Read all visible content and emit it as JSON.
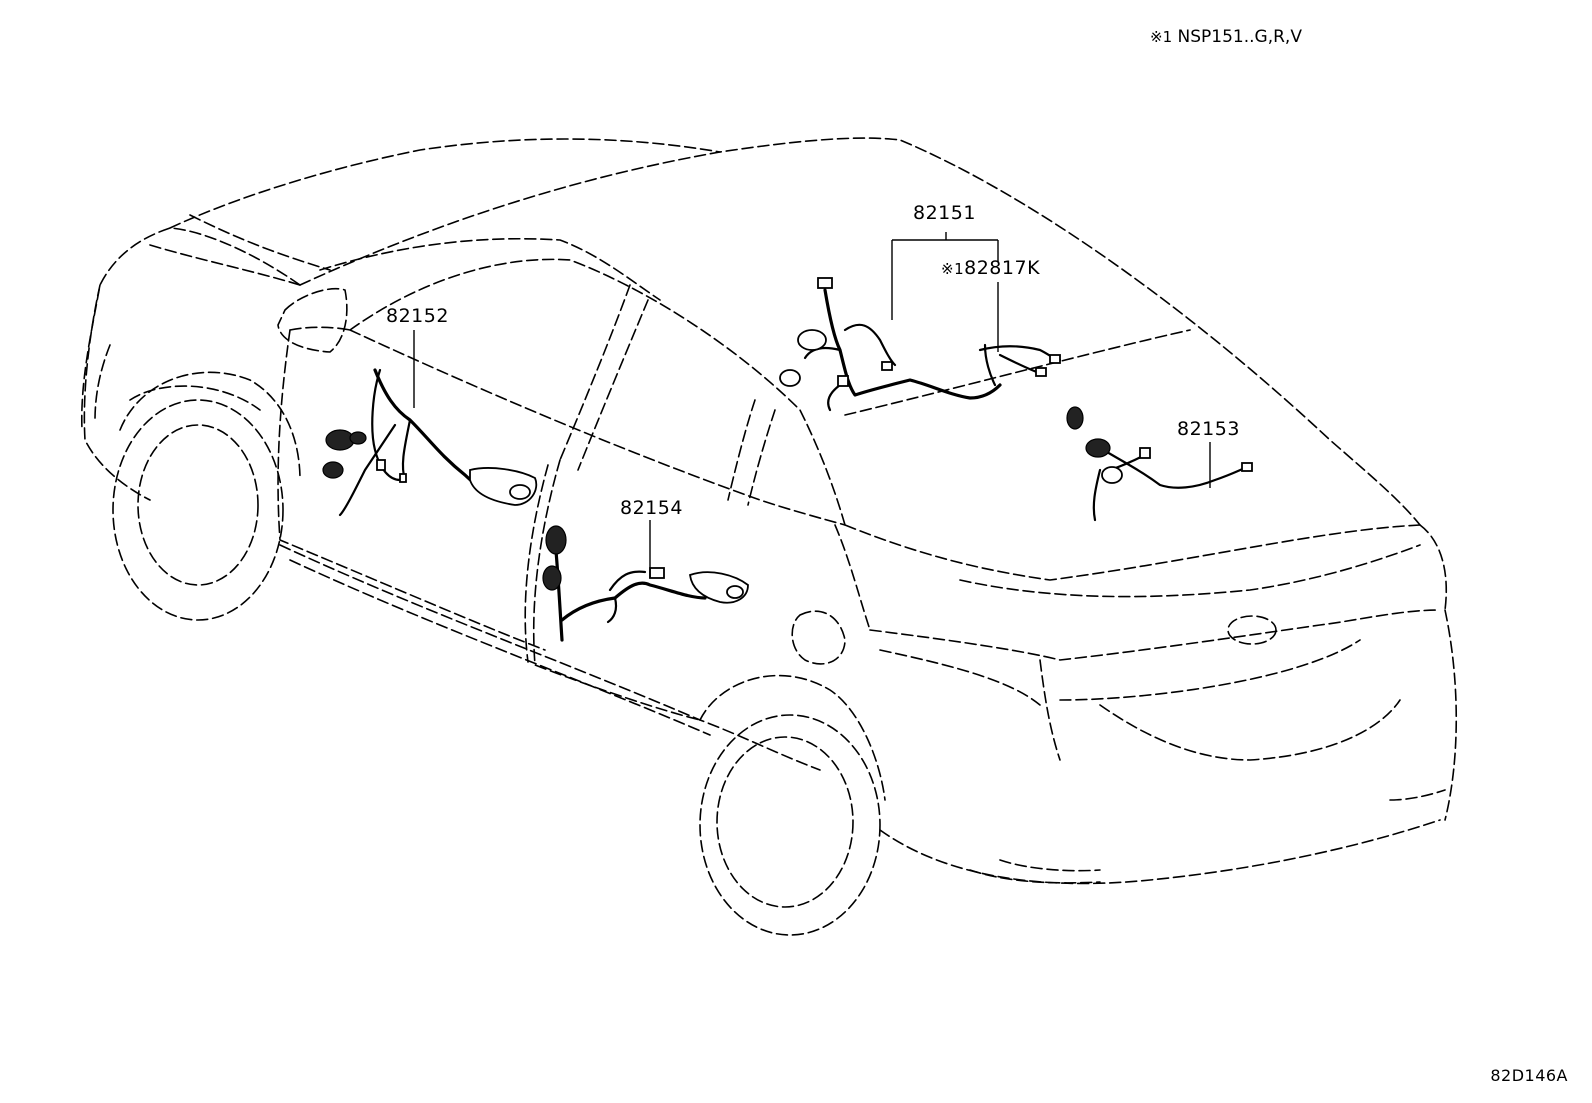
{
  "note": {
    "mark": "※1",
    "text": "NSP151..G,R,V"
  },
  "drawing_code": "82D146A",
  "parts": {
    "p82151": "82151",
    "p82817k_mark": "※1",
    "p82817k": "82817K",
    "p82152": "82152",
    "p82153": "82153",
    "p82154": "82154"
  }
}
